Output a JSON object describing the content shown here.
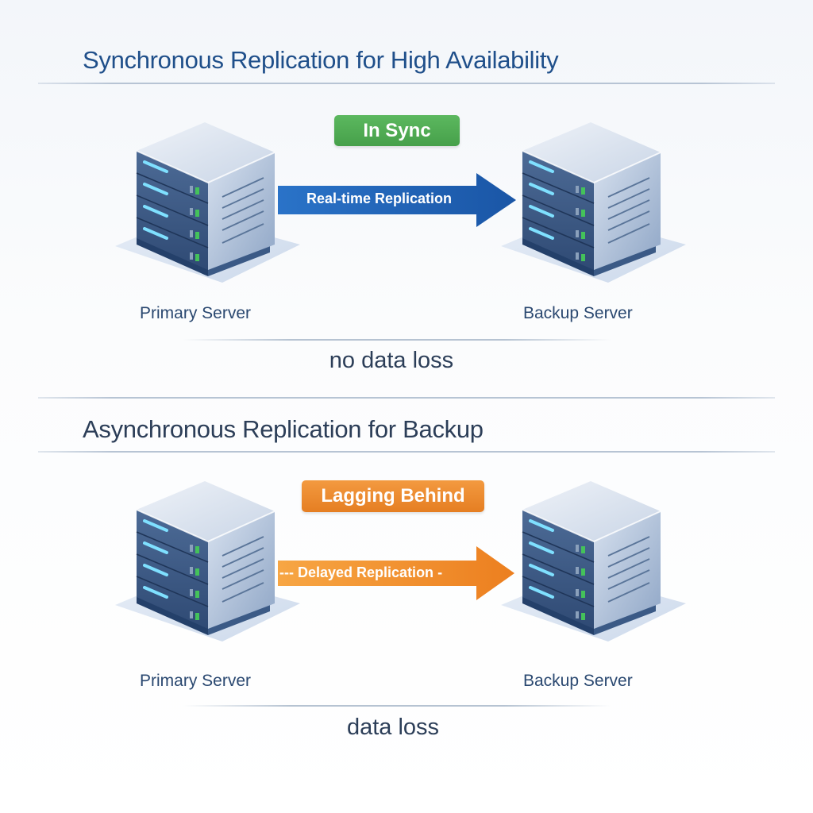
{
  "sections": [
    {
      "title": "Synchronous Replication for High Availability",
      "status_badge": "In Sync",
      "status_color": "#4caf50",
      "arrow_label": "Real-time Replication",
      "arrow_style": "solid",
      "arrow_color": "#1f63b5",
      "source_label": "Primary Server",
      "target_label": "Backup Server",
      "outcome": "no data loss"
    },
    {
      "title": "Asynchronous Replication for Backup",
      "status_badge": "Lagging Behind",
      "status_color": "#ec8a2d",
      "arrow_label": "Delayed Replication",
      "arrow_prefix": "---",
      "arrow_suffix": "-",
      "arrow_style": "dashed",
      "arrow_color": "#f08a24",
      "source_label": "Primary Server",
      "target_label": "Backup Server",
      "outcome": "data loss"
    }
  ],
  "icons": {
    "server": "server-rack-icon",
    "arrow": "arrow-right-icon"
  }
}
